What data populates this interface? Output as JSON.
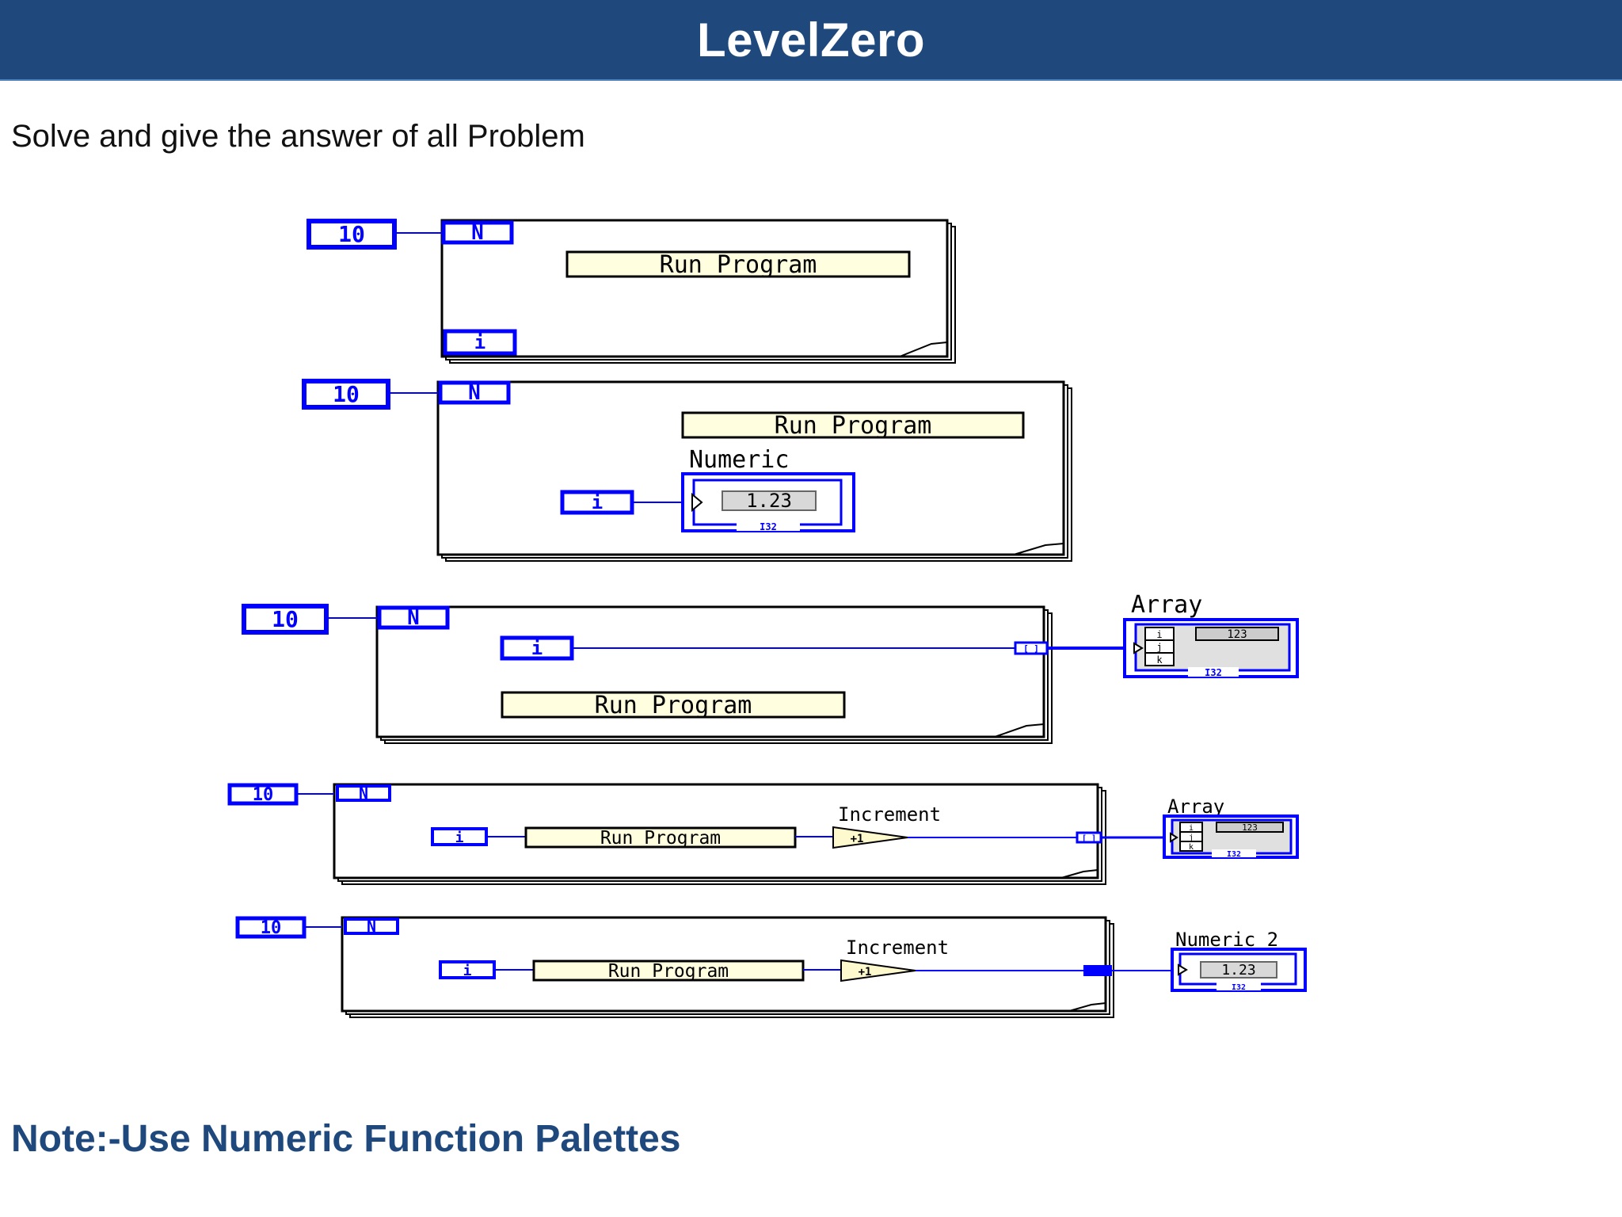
{
  "header": {
    "title": "LevelZero"
  },
  "instruction": "Solve and give the answer of all Problem",
  "note": "Note:-Use Numeric Function Palettes",
  "labels": {
    "count": "10",
    "count_terminal": "N",
    "iteration_terminal": "i",
    "run_program": "Run Program",
    "numeric": "Numeric",
    "numeric_2": "Numeric 2",
    "array": "Array",
    "increment": "Increment",
    "indicator_value": "1.23",
    "array_value": "123",
    "i32": "I32",
    "increment_symbol": "+1",
    "index_i": "i",
    "index_j": "j",
    "index_k": "k"
  },
  "colors": {
    "header_bg": "#1f497d",
    "note_text": "#1f497d",
    "terminal_blue": "#0000ff",
    "run_program_fill": "#ffffe0",
    "increment_fill": "#fffacd"
  }
}
